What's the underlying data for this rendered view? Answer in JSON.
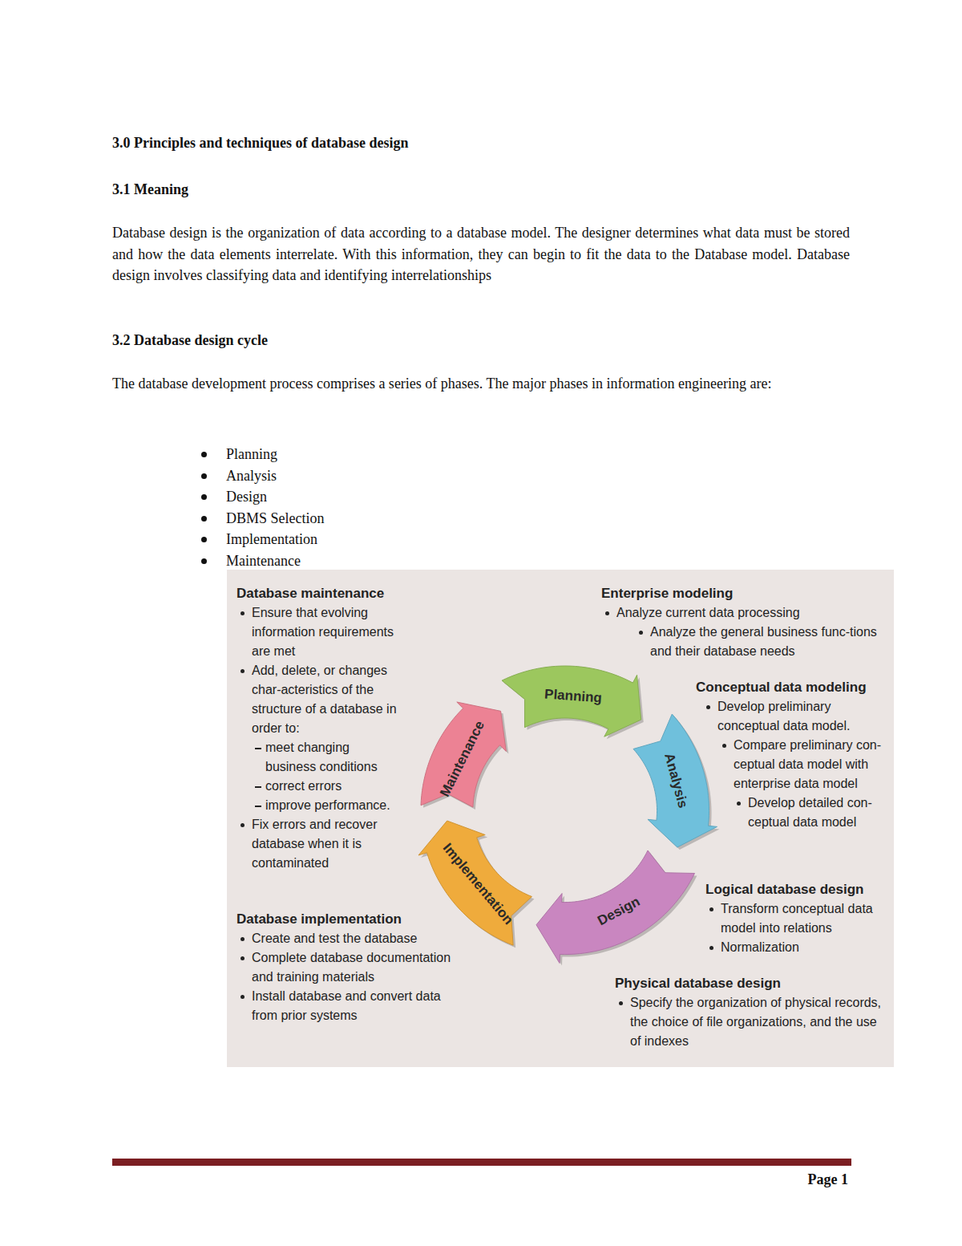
{
  "diagram": {
    "title": "3.0 Principles and techniques of database design",
    "nodes": [
      {
        "text": [
          "Planning"
        ]
      },
      {
        "text": [
          "Analysis"
        ]
      },
      {
        "text": [
          "Design"
        ]
      },
      {
        "text": [
          "Implementation"
        ]
      },
      {
        "text": [
          "Maintenance"
        ]
      }
    ],
    "labels": [
      "3.1 Meaning",
      "Database design is the organization of data according to a database model. The designer determines what data must be stored and how the data elements interrelate. With this information, they can begin to fit the data to the Database model. Database design involves classifying data and identifying interrelationships",
      "3.2 Database design cycle",
      "The database development process comprises a series of phases. The major phases in information engineering are:",
      "Planning",
      "Analysis",
      "Design",
      "DBMS Selection",
      "Implementation",
      "Maintenance",
      "Database maintenance",
      "Ensure that evolving information requirements are met",
      "Add, delete, or changes char-acteristics of the structure of a database in order to:",
      "meet changing business conditions",
      "correct errors",
      "improve performance.",
      "Fix errors and recover database when it is contaminated",
      "Enterprise modeling",
      "Analyze current data processing",
      "Analyze the general business func-tions and their database needs",
      "Conceptual data modeling",
      "Develop preliminary conceptual data model.",
      "Compare preliminary con-ceptual data model with enterprise data model",
      "Develop detailed con-ceptual data model",
      "Logical database design",
      "Transform conceptual data model into relations",
      "Normalization",
      "Physical database design",
      "Specify the organization of physical records, the choice of file organizations, and the use of indexes",
      "Database implementation",
      "Create and test the database",
      "Complete database documentation and training materials",
      "Install database and convert data from prior systems",
      "Page 1"
    ]
  }
}
